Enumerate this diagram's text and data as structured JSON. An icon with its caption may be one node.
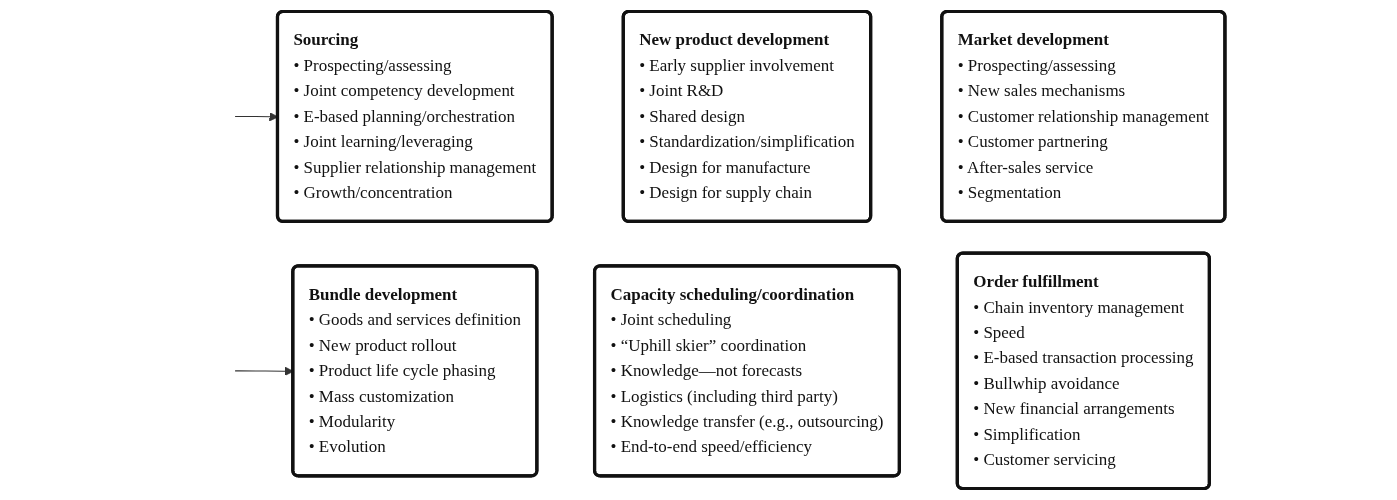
{
  "diagram": {
    "nodes": [
      {
        "text": [
          "Sourcing",
          "• Prospecting/assessing",
          "• Joint competency development",
          "• E-based planning/orchestration",
          "• Joint learning/leveraging",
          "• Supplier relationship management",
          "• Growth/concentration"
        ]
      },
      {
        "text": [
          "New product development",
          "• Early supplier involvement",
          "• Joint R&D",
          "• Shared design",
          "• Standardization/simplification",
          "• Design for manufacture",
          "• Design for supply chain"
        ]
      },
      {
        "text": [
          "Market development",
          "• Prospecting/assessing",
          "• New sales mechanisms",
          "• Customer relationship management",
          "• Customer partnering",
          "• After-sales service",
          "• Segmentation"
        ]
      },
      {
        "text": [
          "Bundle development",
          "• Goods and services definition",
          "• New product rollout",
          "• Product life cycle phasing",
          "• Mass customization",
          "• Modularity",
          "• Evolution"
        ]
      },
      {
        "text": [
          "Capacity scheduling/coordination",
          "• Joint scheduling",
          "• “Uphill skier” coordination",
          "• Knowledge—not forecasts",
          "• Logistics (including third party)",
          "• Knowledge transfer (e.g., outsourcing)",
          "• End-to-end speed/efficiency"
        ]
      },
      {
        "text": [
          "Order fulfillment",
          "• Chain inventory management",
          "• Speed",
          "• E-based transaction processing",
          "• Bullwhip avoidance",
          "• New financial arrangements",
          "• Simplification",
          "• Customer servicing"
        ]
      }
    ],
    "edges": [
      {
        "from": null,
        "to": 0,
        "arrow": "to"
      },
      {
        "from": null,
        "to": 3,
        "arrow": "to"
      }
    ]
  }
}
